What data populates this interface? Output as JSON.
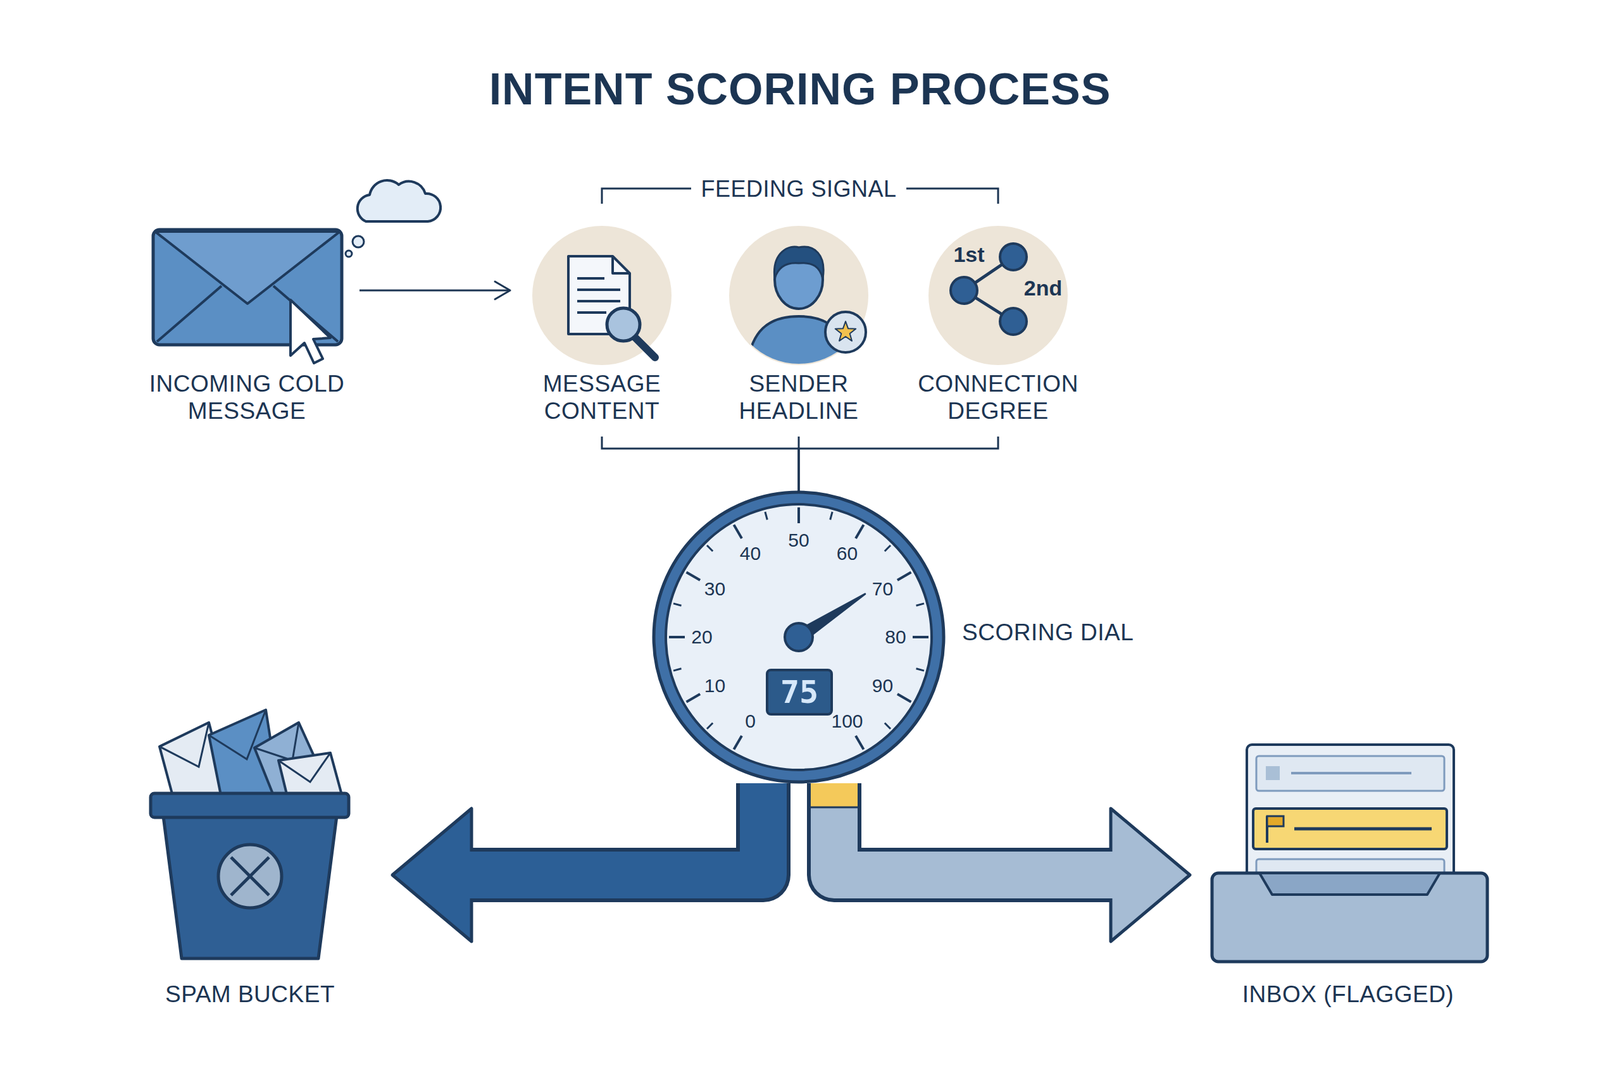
{
  "diagram": {
    "title": "INTENT SCORING PROCESS",
    "nodes": [
      {
        "text": [
          "INCOMING COLD MESSAGE"
        ]
      },
      {
        "text": [
          "MESSAGE CONTENT"
        ]
      },
      {
        "text": [
          "SENDER HEADLINE"
        ]
      },
      {
        "text": [
          "CONNECTION DEGREE"
        ]
      },
      {
        "text": [
          "SCORING DIAL"
        ]
      },
      {
        "text": [
          "SPAM BUCKET"
        ]
      },
      {
        "text": [
          "INBOX (FLAGGED)"
        ]
      }
    ],
    "edges": [
      {
        "from": 0,
        "to": 1,
        "arrow": "to"
      },
      {
        "from": 1,
        "to": 4,
        "arrow": "none"
      },
      {
        "from": 2,
        "to": 4,
        "arrow": "none"
      },
      {
        "from": 3,
        "to": 4,
        "arrow": "none"
      },
      {
        "from": 4,
        "to": 5,
        "arrow": "to"
      },
      {
        "from": 4,
        "to": 6,
        "arrow": "to"
      }
    ],
    "labels": [
      "FEEDING SIGNAL",
      "1st",
      "2nd",
      "0",
      "10",
      "20",
      "30",
      "40",
      "50",
      "60",
      "70",
      "80",
      "90",
      "100",
      "75"
    ]
  }
}
